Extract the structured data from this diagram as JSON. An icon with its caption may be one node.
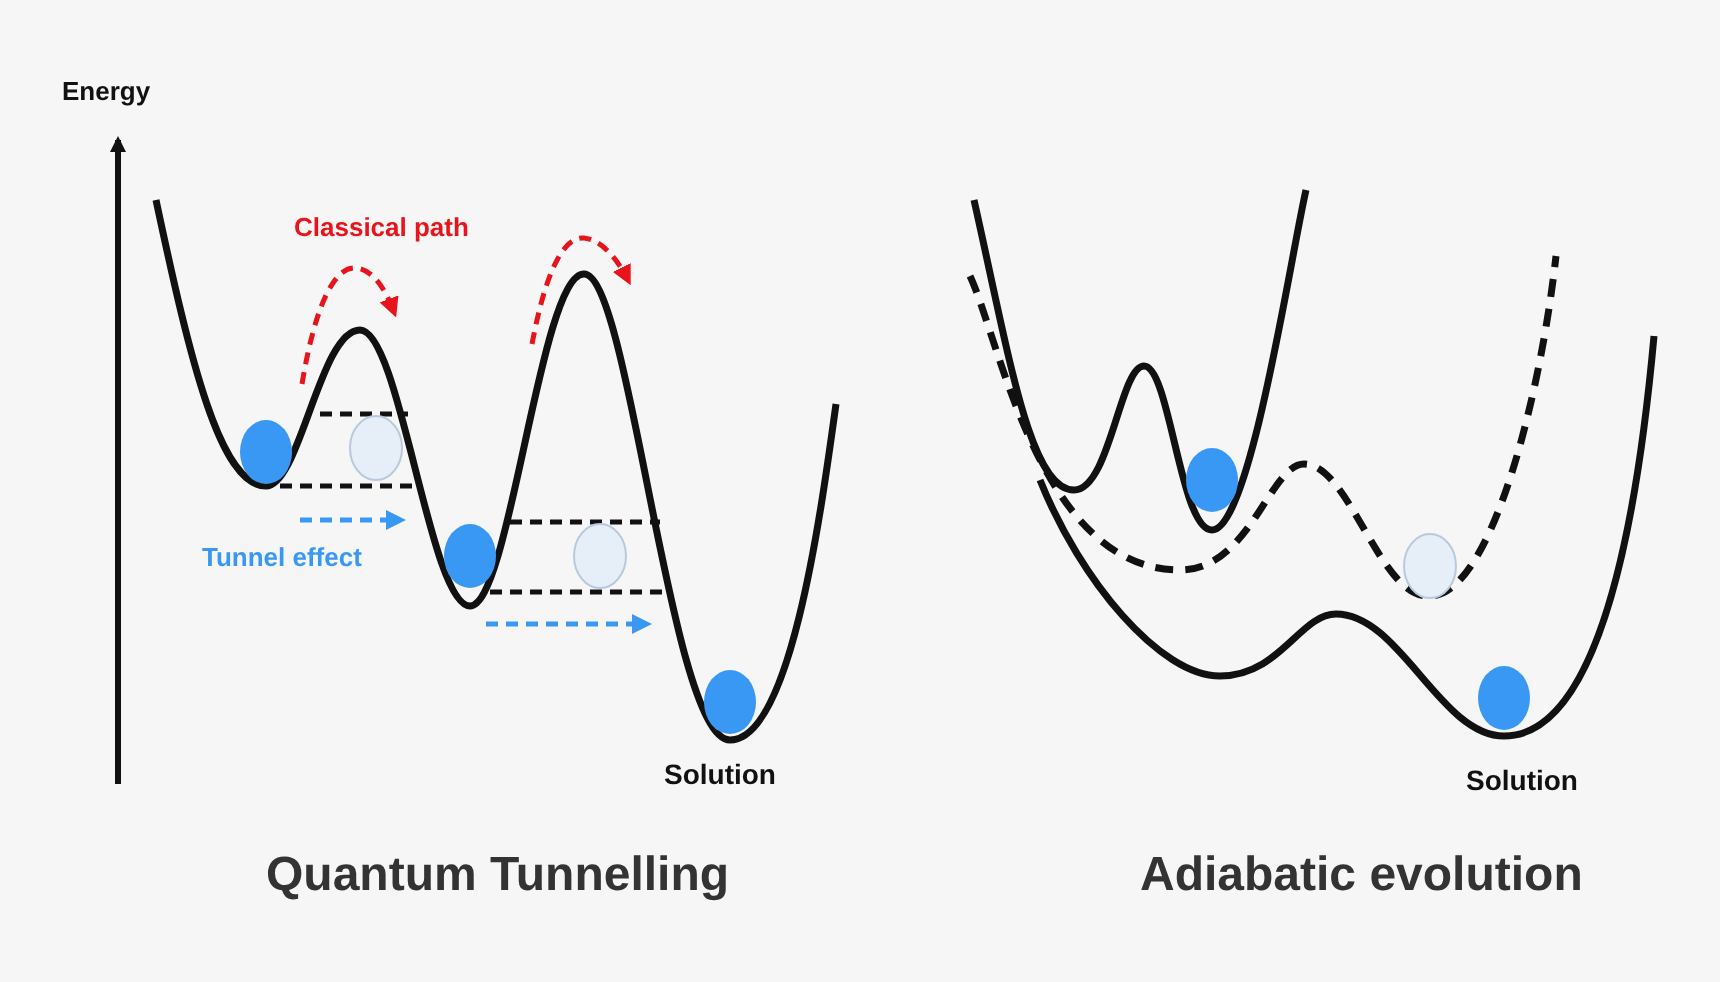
{
  "diagram": {
    "labels": [
      "Energy",
      "Classical path",
      "Tunnel effect",
      "Solution",
      "Solution",
      "Quantum Tunnelling",
      "Adiabatic evolution"
    ]
  }
}
